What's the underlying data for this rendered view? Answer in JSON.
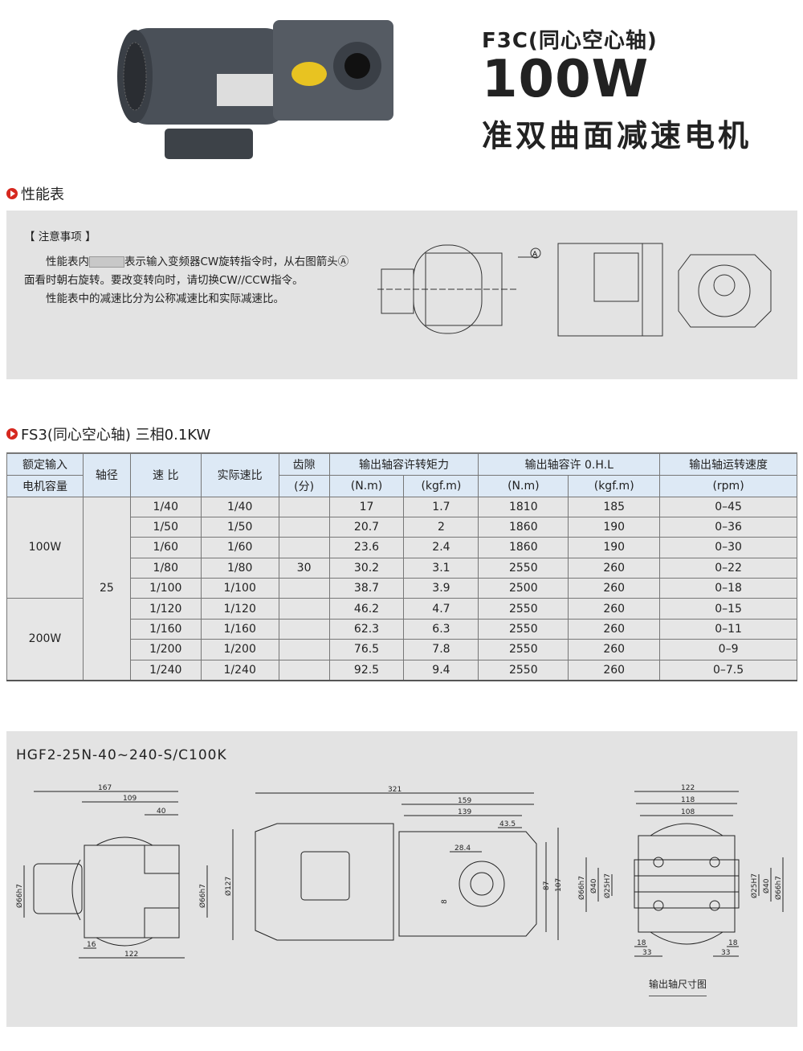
{
  "header": {
    "series": "F3C(同心空心轴)",
    "power": "100W",
    "product": "准双曲面减速电机"
  },
  "section1": {
    "title": "性能表",
    "notes_title": "【 注意事项 】",
    "note1_a": "性能表内",
    "note1_b": "表示输入变频器CW旋转指令时，从右图箭头Ⓐ 面看时朝右旋转。要改变转向时，请切换CW//CCW指令。",
    "note2": "性能表中的减速比分为公称减速比和实际减速比。",
    "arrow_label": "A"
  },
  "section2": {
    "title": "FS3(同心空心轴) 三相0.1KW"
  },
  "table": {
    "h1": [
      "额定输入",
      "轴径",
      "速  比",
      "实际速比",
      "齿隙",
      "输出轴容许转矩力",
      "输出轴容许 0.H.L",
      "输出轴运转速度"
    ],
    "h2": [
      "电机容量",
      "(分)",
      "(N.m)",
      "(kgf.m)",
      "(N.m)",
      "(kgf.m)",
      "(rpm)"
    ],
    "capacity": [
      "100W",
      "200W"
    ],
    "shaft": "25",
    "backlash": "30",
    "rows": [
      [
        "1/40",
        "1/40",
        "17",
        "1.7",
        "1810",
        "185",
        "0–45"
      ],
      [
        "1/50",
        "1/50",
        "20.7",
        "2",
        "1860",
        "190",
        "0–36"
      ],
      [
        "1/60",
        "1/60",
        "23.6",
        "2.4",
        "1860",
        "190",
        "0–30"
      ],
      [
        "1/80",
        "1/80",
        "30.2",
        "3.1",
        "2550",
        "260",
        "0–22"
      ],
      [
        "1/100",
        "1/100",
        "38.7",
        "3.9",
        "2500",
        "260",
        "0–18"
      ],
      [
        "1/120",
        "1/120",
        "46.2",
        "4.7",
        "2550",
        "260",
        "0–15"
      ],
      [
        "1/160",
        "1/160",
        "62.3",
        "6.3",
        "2550",
        "260",
        "0–11"
      ],
      [
        "1/200",
        "1/200",
        "76.5",
        "7.8",
        "2550",
        "260",
        "0–9"
      ],
      [
        "1/240",
        "1/240",
        "92.5",
        "9.4",
        "2550",
        "260",
        "0–7.5"
      ]
    ]
  },
  "drawing": {
    "model": "HGF2-25N-40~240-S/C100K",
    "left": {
      "d167": "167",
      "d109": "109",
      "d40": "40",
      "d16": "16",
      "d122": "122",
      "phi1": "Ø66h7",
      "phi2": "Ø66h7"
    },
    "mid": {
      "d321": "321",
      "d159": "159",
      "d139": "139",
      "d43": "43.5",
      "d28": "28.4",
      "d8": "8",
      "phi127": "Ø127",
      "d87": "87",
      "d107": "107"
    },
    "right": {
      "d122": "122",
      "d118": "118",
      "d108": "108",
      "d18a": "18",
      "d18b": "18",
      "d33a": "33",
      "d33b": "33",
      "phi66a": "Ø66h7",
      "phi40a": "Ø40",
      "phi25a": "Ø25H7",
      "phi25b": "Ø25H7",
      "phi40b": "Ø40",
      "phi66b": "Ø66h7"
    },
    "caption": "输出轴尺寸图"
  }
}
